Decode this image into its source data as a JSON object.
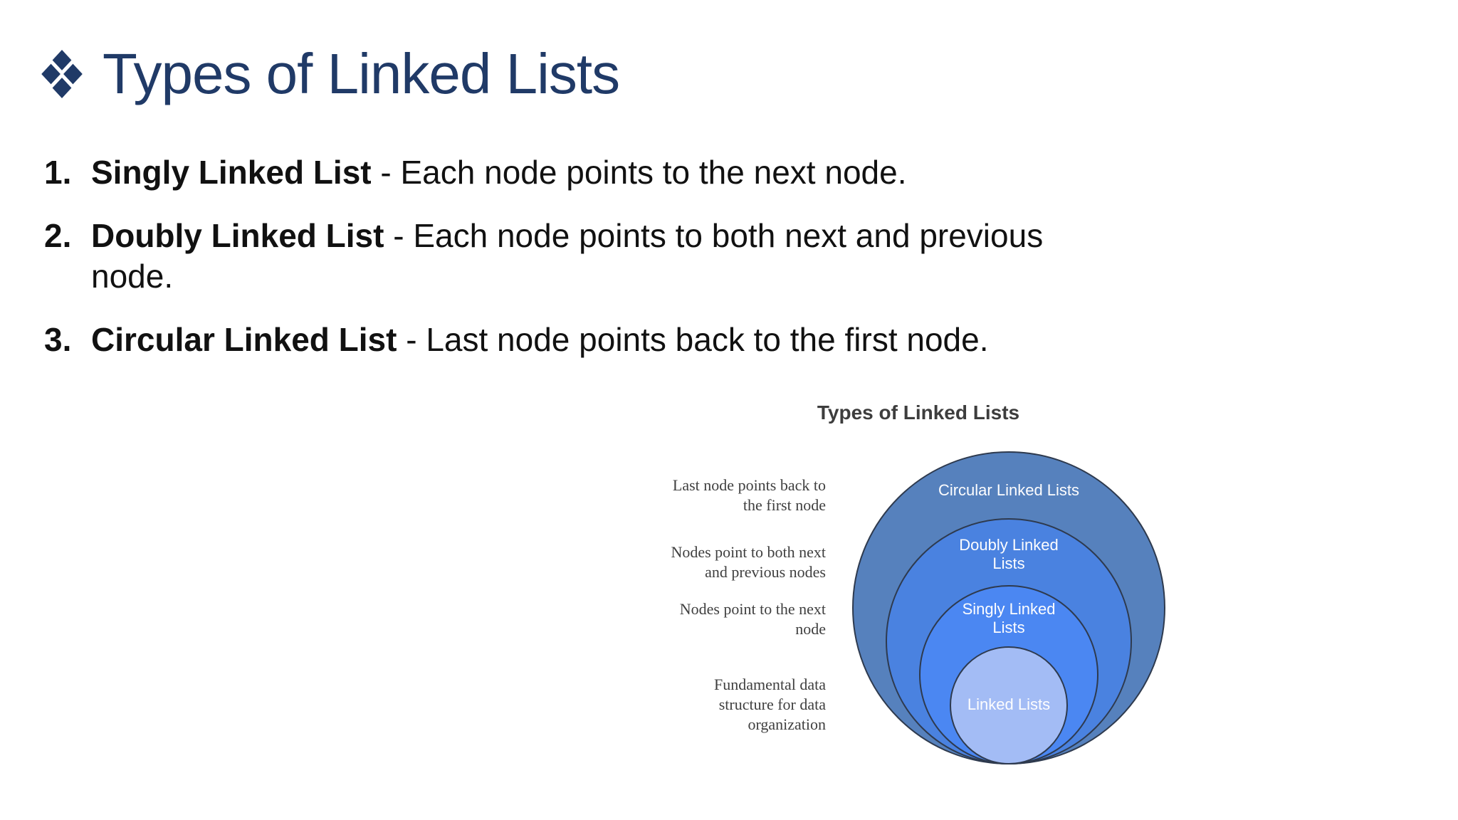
{
  "slide": {
    "title": "Types of Linked Lists",
    "list_items": [
      {
        "number": "1.",
        "term": "Singly Linked List",
        "description": "- Each node points to the next node."
      },
      {
        "number": "2.",
        "term": "Doubly Linked List",
        "description": "- Each node points to both next and previous\nnode."
      },
      {
        "number": "3.",
        "term": "Circular Linked List",
        "description": "- Last node points back to the first node."
      }
    ]
  },
  "figure": {
    "title": "Types of Linked Lists",
    "type": "onion-diagram",
    "rings": [
      {
        "label": "Circular Linked Lists",
        "annotation": "Last node points back to\nthe first node",
        "fill": "#5681bd"
      },
      {
        "label": "Doubly Linked\nLists",
        "annotation": "Nodes point to both next\nand previous nodes",
        "fill": "#4a82e0"
      },
      {
        "label": "Singly Linked\nLists",
        "annotation": "Nodes point to the next\nnode",
        "fill": "#4b87f2"
      },
      {
        "label": "Linked Lists",
        "annotation": "Fundamental data\nstructure for data\norganization",
        "fill": "#a3bcf5"
      }
    ],
    "stroke_color": "#2e3a4e",
    "label_color": "#fdfdfe"
  },
  "colors": {
    "background": "#ffffff",
    "title": "#203a67",
    "body_text": "#111111",
    "figure_title": "#3d3d3d",
    "annotation_text": "#3f3f3f"
  }
}
